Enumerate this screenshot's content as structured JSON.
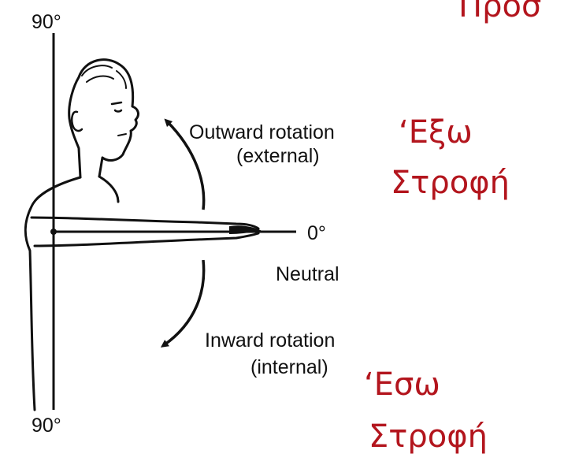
{
  "colors": {
    "line_art": "#111111",
    "greek_text": "#b3151d"
  },
  "labels": {
    "top_angle": "90°",
    "bottom_angle": "90°",
    "neutral_angle": "0°",
    "neutral": "Neutral",
    "outward_line1": "Outward rotation",
    "outward_line2": "(external)",
    "inward_line1": "Inward rotation",
    "inward_line2": "(internal)"
  },
  "greek": {
    "top_partial": "Προσ",
    "exo_line1": "‘Εξω",
    "exo_line2": "Στροφή",
    "eso_line1": "‘Εσω",
    "eso_line2": "Στροφή"
  }
}
